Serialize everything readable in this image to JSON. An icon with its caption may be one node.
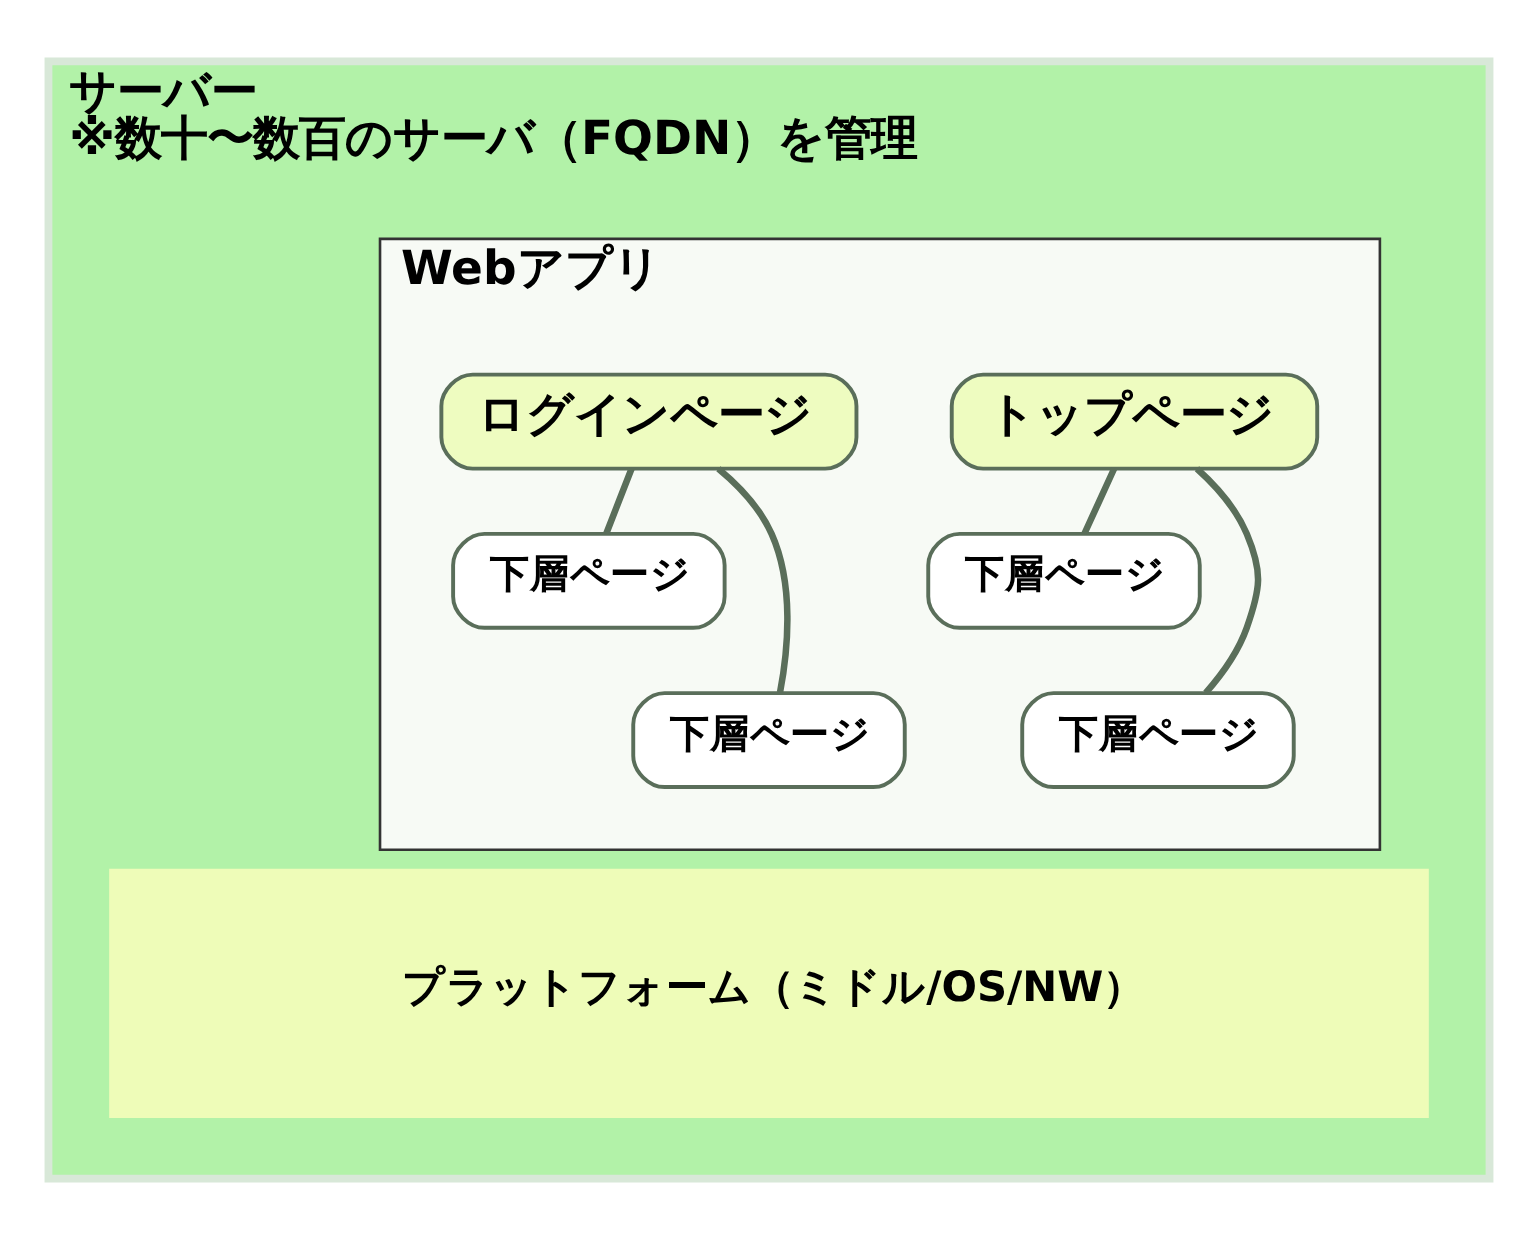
{
  "diagram": {
    "nodes": [
      {
        "text": [
          "サーバー",
          "※数十〜数百のサーバ（FQDN）を管理"
        ]
      },
      {
        "text": [
          "Webアプリ"
        ],
        "in": 0
      },
      {
        "text": [
          "トップページ"
        ],
        "in": 1
      },
      {
        "text": [
          "下層ページ"
        ],
        "in": 1
      },
      {
        "text": [
          "下層ページ"
        ],
        "in": 1
      },
      {
        "text": [
          "ログインページ"
        ],
        "in": 1
      },
      {
        "text": [
          "下層ページ"
        ],
        "in": 1
      },
      {
        "text": [
          "下層ページ"
        ],
        "in": 1
      },
      {
        "text": [
          "プラットフォーム（ミドル/OS/NW）"
        ],
        "in": 0
      }
    ],
    "edges": [
      {
        "from": 2,
        "to": 3,
        "arrow": "none"
      },
      {
        "from": 2,
        "to": 4,
        "arrow": "none"
      },
      {
        "from": 5,
        "to": 6,
        "arrow": "none"
      },
      {
        "from": 5,
        "to": 7,
        "arrow": "none"
      }
    ]
  }
}
